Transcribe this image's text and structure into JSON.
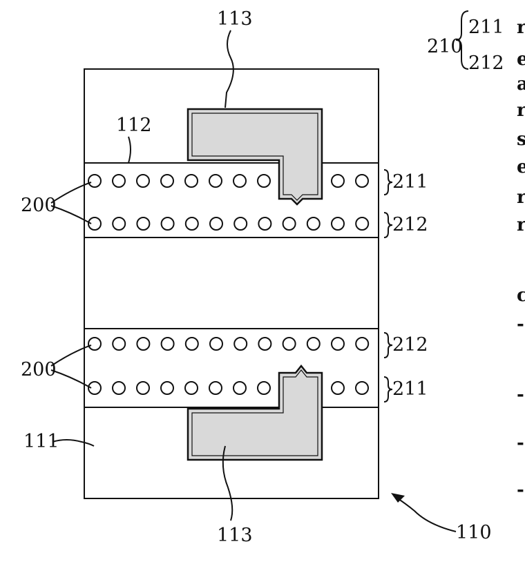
{
  "labels": {
    "ref_210": "210",
    "ref_211_top_legend": "211",
    "ref_212_top_legend": "212",
    "ref_113_top": "113",
    "ref_112": "112",
    "ref_200_top": "200",
    "ref_211_row1": "211",
    "ref_212_row2": "212",
    "ref_200_bottom": "200",
    "ref_212_row3": "212",
    "ref_211_row4": "211",
    "ref_111": "111",
    "ref_113_bottom": "113",
    "ref_110": "110"
  },
  "side_text": [
    "r",
    "e",
    "a",
    "r",
    "s",
    "e",
    "r",
    "r",
    "c",
    "-",
    "-",
    "-",
    "-"
  ],
  "rows": {
    "row1_holes": 8,
    "row1_right_holes": 2,
    "row2_holes": 12,
    "row3_holes": 12,
    "row4_holes": 8,
    "row4_right_holes": 2
  }
}
